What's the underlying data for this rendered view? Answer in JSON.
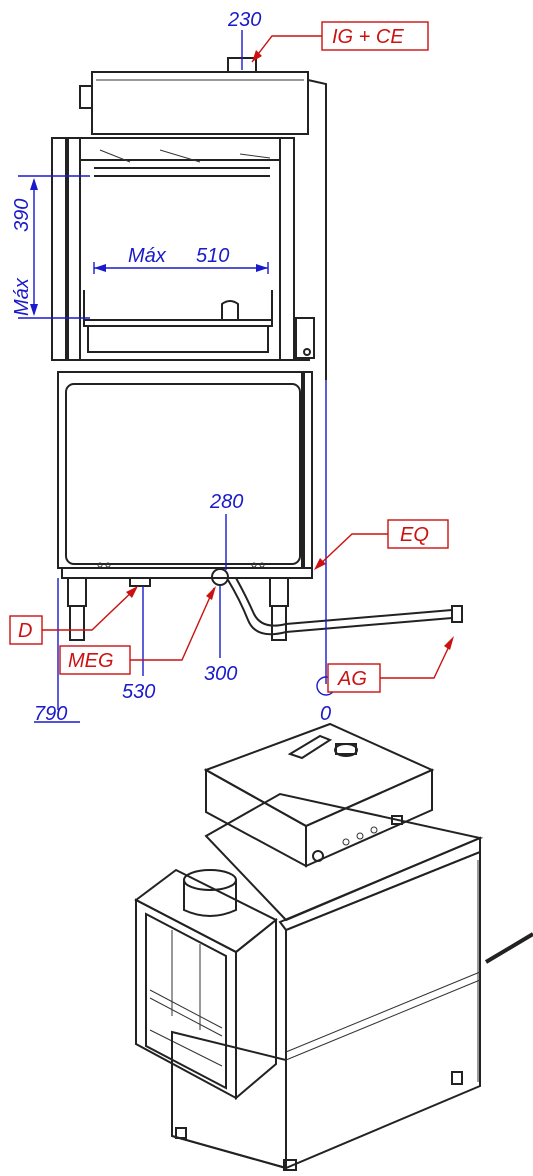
{
  "dimensions": {
    "d230": "230",
    "max390_prefix": "Máx",
    "max390_value": "390",
    "max510_prefix": "Máx",
    "max510_value": "510",
    "d280": "280",
    "d300": "300",
    "d530": "530",
    "d790": "790",
    "d0": "0"
  },
  "labels": {
    "ig_ce": "IG + CE",
    "eq": "EQ",
    "d": "D",
    "meg": "MEG",
    "ag": "AG"
  },
  "colors": {
    "dimension": "#1a1acc",
    "label": "#cc1111",
    "line": "#222222"
  }
}
